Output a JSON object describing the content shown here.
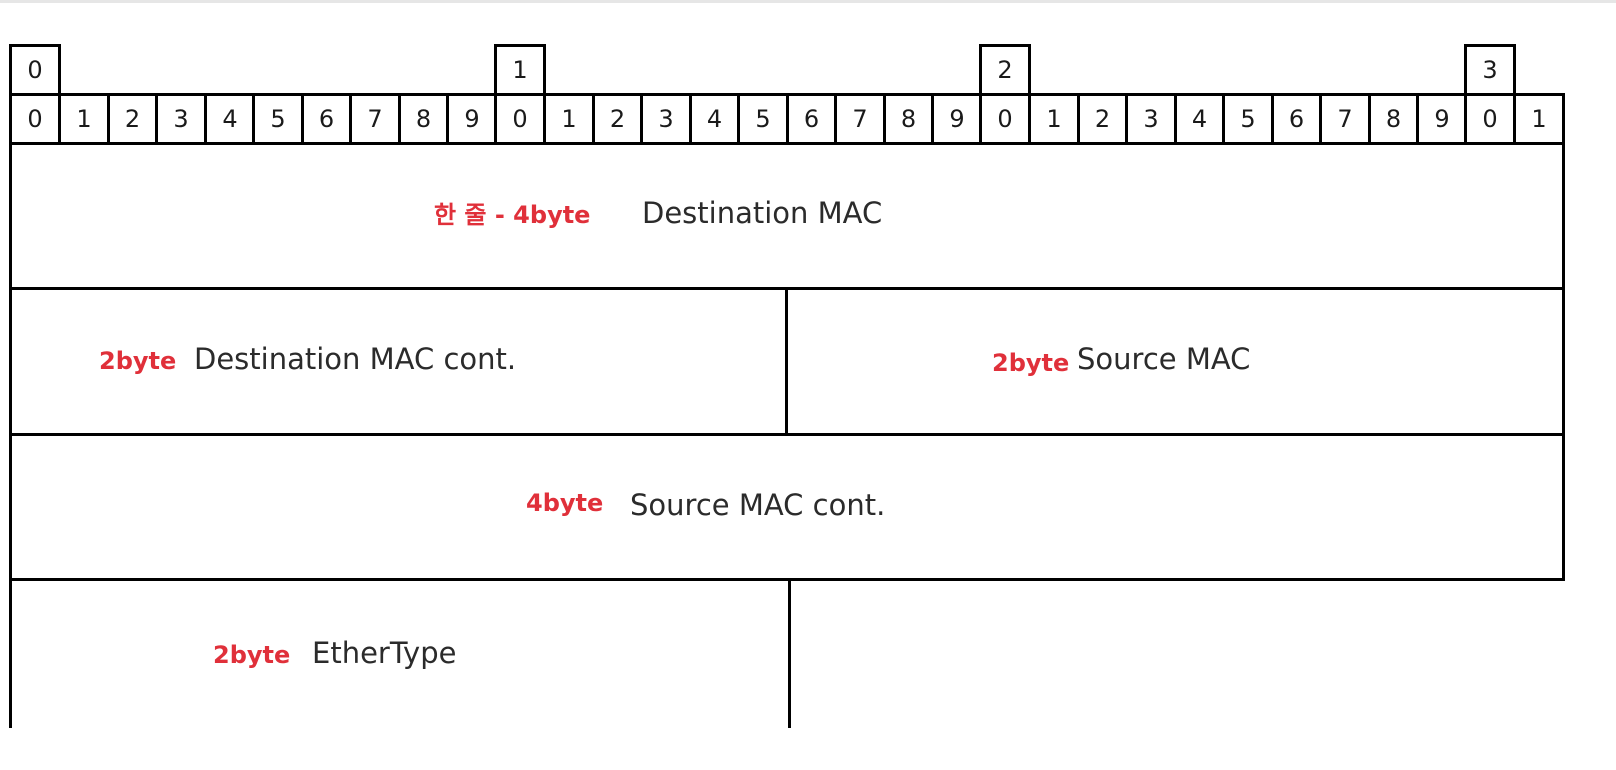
{
  "bit_header": {
    "tens": [
      "0",
      "1",
      "2",
      "3"
    ],
    "units": [
      "0",
      "1",
      "2",
      "3",
      "4",
      "5",
      "6",
      "7",
      "8",
      "9",
      "0",
      "1",
      "2",
      "3",
      "4",
      "5",
      "6",
      "7",
      "8",
      "9",
      "0",
      "1",
      "2",
      "3",
      "4",
      "5",
      "6",
      "7",
      "8",
      "9",
      "0",
      "1"
    ]
  },
  "fields": {
    "destination_mac": {
      "size": "한 줄 - 4byte",
      "name": "Destination MAC"
    },
    "destination_mac_cont": {
      "size": "2byte",
      "name": "Destination MAC cont."
    },
    "source_mac": {
      "size": "2byte",
      "name": "Source MAC"
    },
    "source_mac_cont": {
      "size": "4byte",
      "name": "Source MAC cont."
    },
    "ethertype": {
      "size": "2byte",
      "name": "EtherType"
    }
  },
  "colors": {
    "annotation": "#e0303a",
    "border": "#000000",
    "text": "#2b2b2b"
  }
}
